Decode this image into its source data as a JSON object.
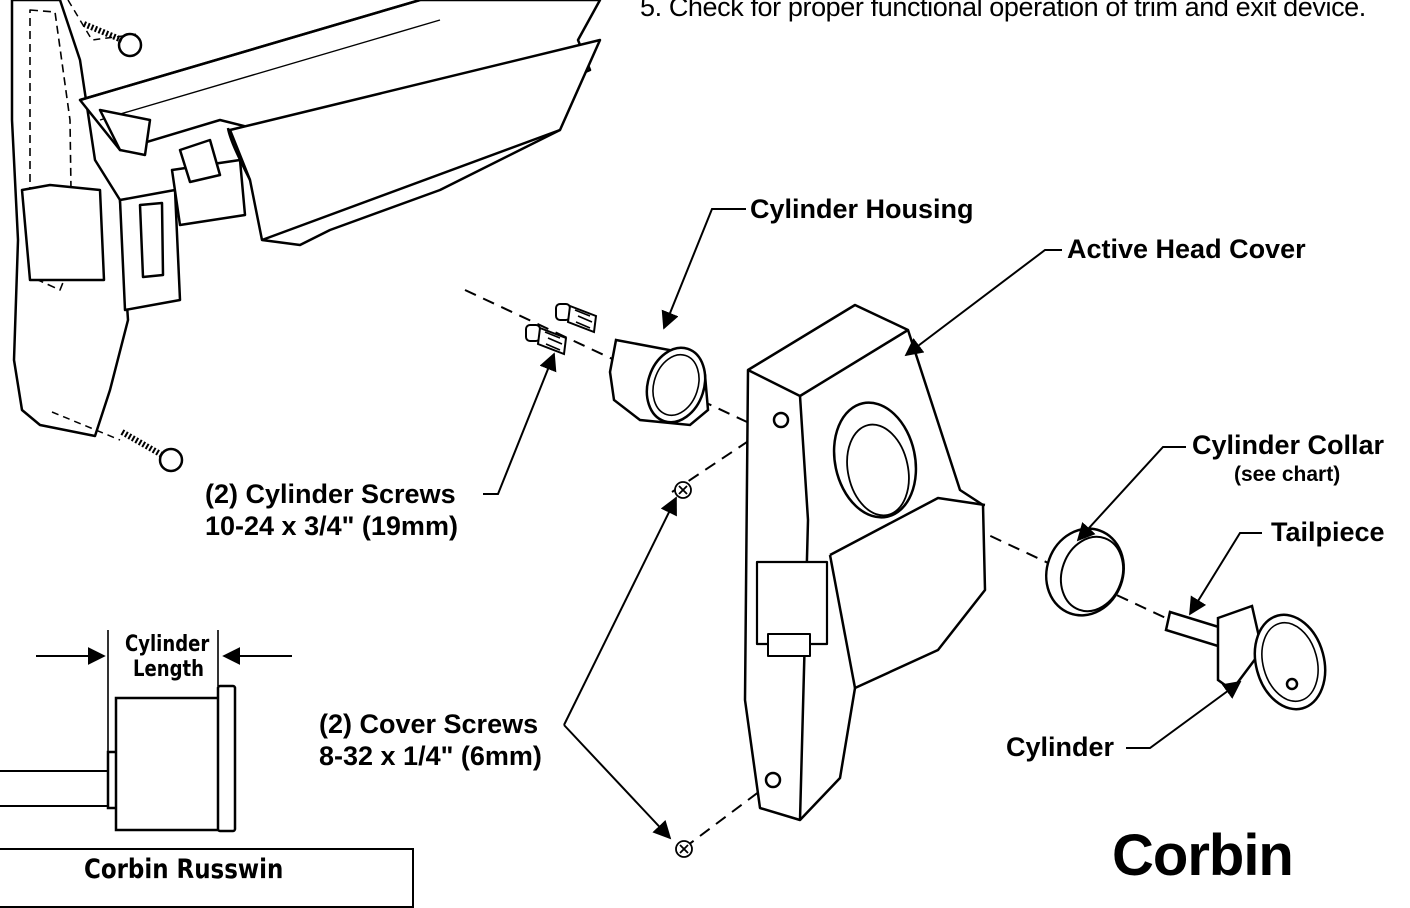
{
  "step_text": "5.  Check for proper functional operation of trim and exit device.",
  "labels": {
    "cylinder_housing": "Cylinder Housing",
    "active_head_cover": "Active Head Cover",
    "cylinder_collar": "Cylinder Collar",
    "see_chart": "(see chart)",
    "tailpiece": "Tailpiece",
    "cylinder": "Cylinder",
    "cylinder_screws": "(2) Cylinder Screws",
    "cylinder_screws_spec": "10-24 x 3/4\" (19mm)",
    "cover_screws": "(2) Cover Screws",
    "cover_screws_spec": "8-32 x 1/4\" (6mm)"
  },
  "detail": {
    "cylinder_word": "Cylinder",
    "length_word": "Length"
  },
  "brand": {
    "box_title": "Corbin Russwin",
    "logo_text": "Corbin"
  },
  "colors": {
    "ink": "#000000",
    "paper": "#ffffff"
  }
}
